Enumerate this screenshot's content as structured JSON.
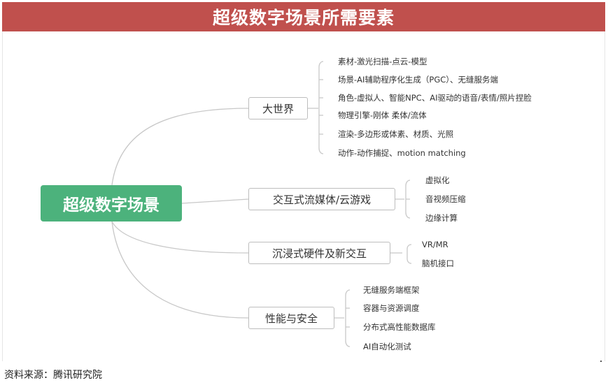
{
  "title": "超级数字场景所需要素",
  "root": {
    "label": "超级数字场景"
  },
  "branches": [
    {
      "label": "大世界",
      "items": [
        "素材-激光扫描-点云-模型",
        "场景-AI辅助程序化生成（PGC）、无缝服务端",
        "角色-虚拟人、智能NPC、AI驱动的语音/表情/照片捏脸",
        "物理引擎-刚体 柔体/流体",
        "渲染-多边形或体素、材质、光照",
        "动作-动作捕捉、motion matching"
      ]
    },
    {
      "label": "交互式流媒体/云游戏",
      "items": [
        "虚拟化",
        "音视频压缩",
        "边缘计算"
      ]
    },
    {
      "label": "沉浸式硬件及新交互",
      "items": [
        "VR/MR",
        "脑机接口"
      ]
    },
    {
      "label": "性能与安全",
      "items": [
        "无缝服务端框架",
        "容器与资源调度",
        "分布式高性能数据库",
        "AI自动化测试"
      ]
    }
  ],
  "source": "资料来源：腾讯研究院",
  "colors": {
    "banner": "#c0504d",
    "root": "#4cb27c",
    "line": "#c8c8c8"
  }
}
